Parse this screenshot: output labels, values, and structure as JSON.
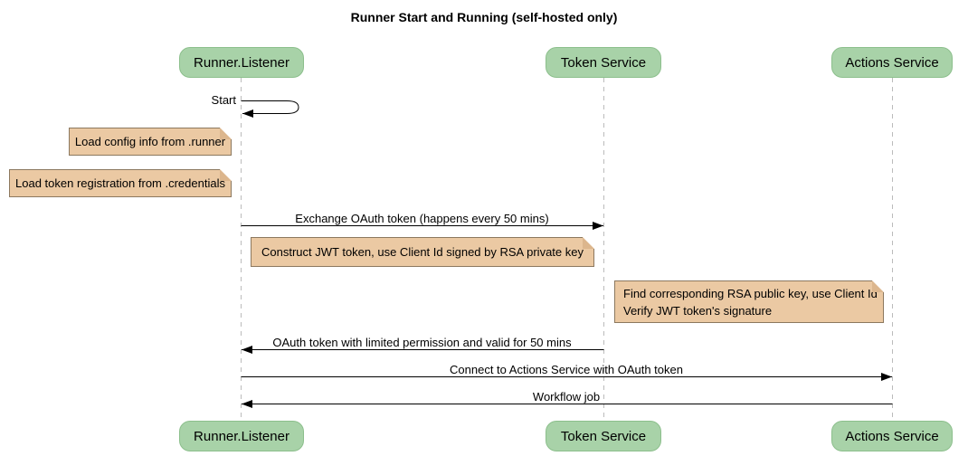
{
  "title": "Runner Start and Running (self-hosted only)",
  "participants": [
    {
      "label": "Runner.Listener"
    },
    {
      "label": "Token Service"
    },
    {
      "label": "Actions Service"
    }
  ],
  "self_message": {
    "label": "Start",
    "on": "Runner.Listener"
  },
  "messages": [
    {
      "label": "Exchange OAuth token (happens every 50 mins)",
      "from": "Runner.Listener",
      "to": "Token Service"
    },
    {
      "label": "OAuth token with limited permission and valid for 50 mins",
      "from": "Token Service",
      "to": "Runner.Listener"
    },
    {
      "label": "Connect to Actions Service with OAuth token",
      "from": "Runner.Listener",
      "to": "Actions Service"
    },
    {
      "label": "Workflow job",
      "from": "Actions Service",
      "to": "Runner.Listener"
    }
  ],
  "notes": [
    {
      "lines": [
        "Load config info from .runner"
      ]
    },
    {
      "lines": [
        "Load token registration from .credentials"
      ]
    },
    {
      "lines": [
        "Construct JWT token, use Client Id signed by RSA private key"
      ]
    },
    {
      "lines": [
        "Find corresponding RSA public key, use Client Id",
        "Verify JWT token's signature"
      ]
    }
  ],
  "colors": {
    "participant_fill": "#A8D2A8",
    "participant_border": "#8CBF8C",
    "note_fill": "#EBC9A3",
    "note_border": "#8C785F",
    "lifeline": "#BBBBBB",
    "line": "#000000"
  }
}
